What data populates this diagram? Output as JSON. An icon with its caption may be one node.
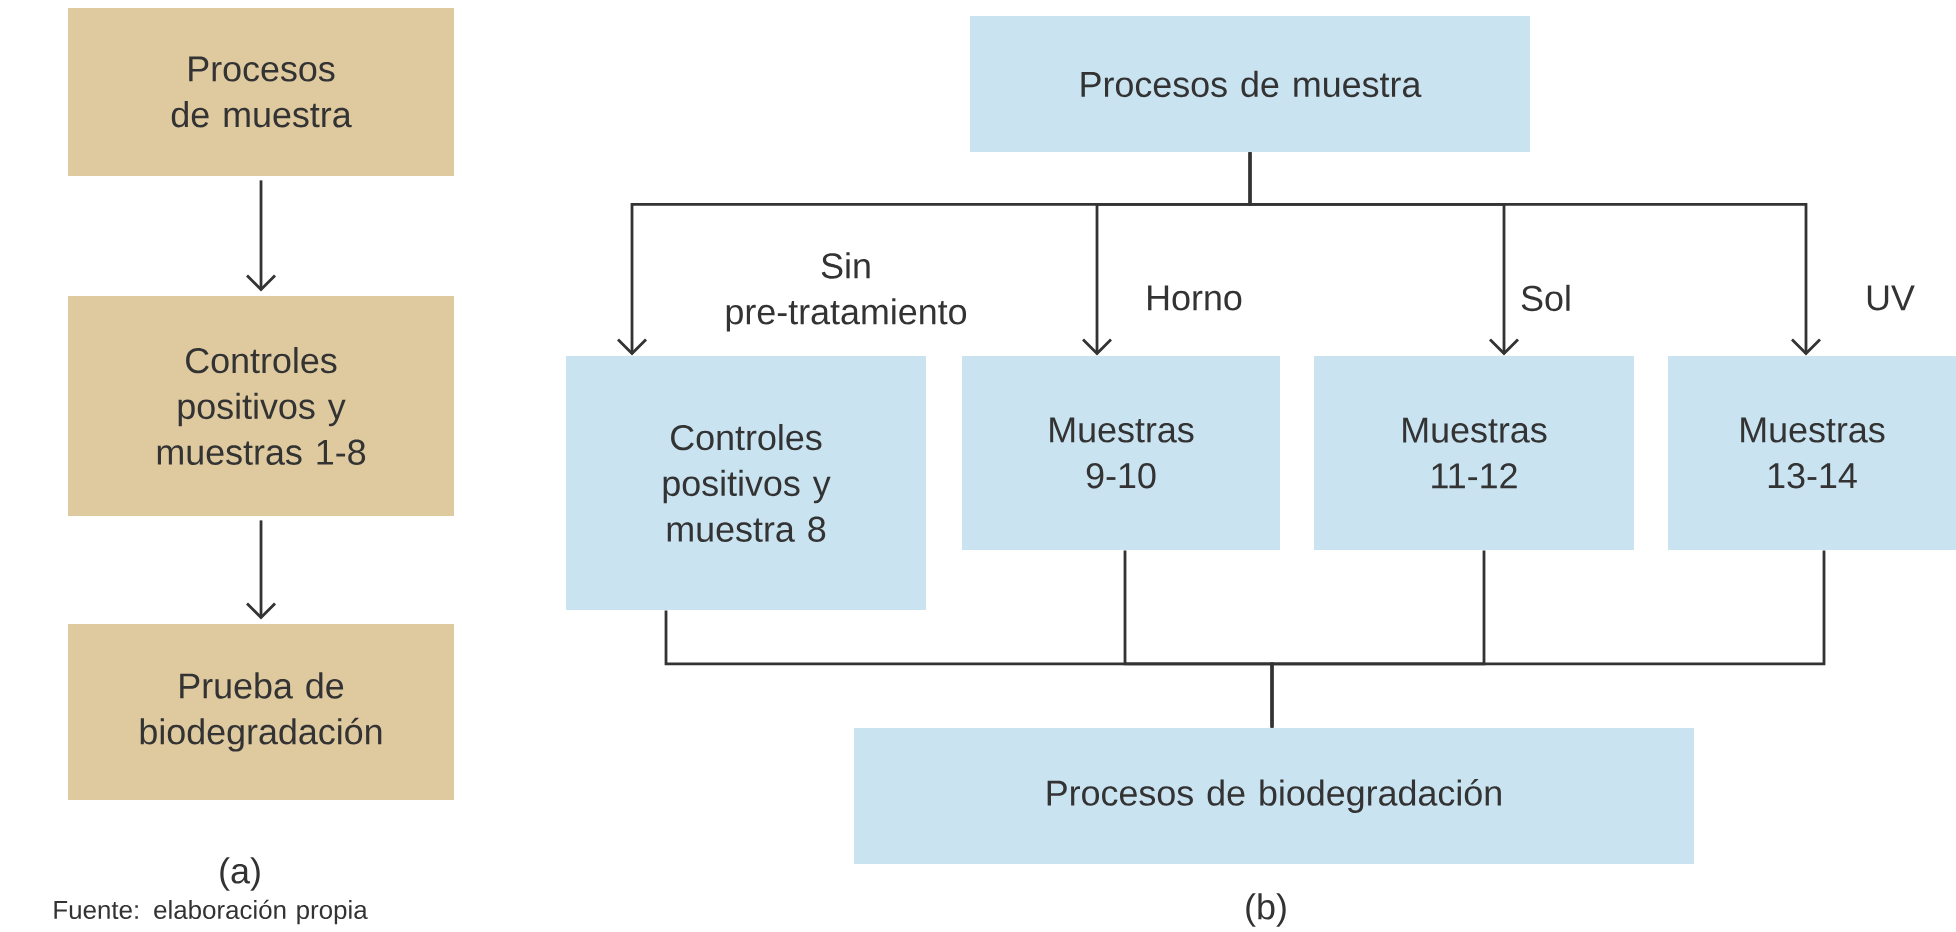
{
  "diagram": {
    "nodes": [
      {
        "text": [
          "Procesos de muestra"
        ]
      },
      {
        "text": [
          "Controles positivos y muestras 1-8"
        ]
      },
      {
        "text": [
          "Prueba de biodegradación"
        ]
      },
      {
        "text": [
          "Procesos de muestra"
        ]
      },
      {
        "text": [
          "Controles positivos y muestra 8"
        ]
      },
      {
        "text": [
          "Muestras 9-10"
        ]
      },
      {
        "text": [
          "Muestras 11-12"
        ]
      },
      {
        "text": [
          "Muestras 13-14"
        ]
      },
      {
        "text": [
          "Procesos de biodegradación"
        ]
      }
    ],
    "edges": [
      {
        "from": 0,
        "to": 1,
        "arrow": "to"
      },
      {
        "from": 1,
        "to": 2,
        "arrow": "to"
      },
      {
        "from": 3,
        "to": 4,
        "arrow": "to",
        "label": "Sin pre-tratamiento"
      },
      {
        "from": 3,
        "to": 5,
        "arrow": "to",
        "label": "Horno"
      },
      {
        "from": 3,
        "to": 6,
        "arrow": "to",
        "label": "Sol"
      },
      {
        "from": 3,
        "to": 7,
        "arrow": "to",
        "label": "UV"
      },
      {
        "from": 4,
        "to": 8,
        "arrow": "none"
      },
      {
        "from": 5,
        "to": 8,
        "arrow": "none"
      },
      {
        "from": 6,
        "to": 8,
        "arrow": "none"
      },
      {
        "from": 7,
        "to": 8,
        "arrow": "none"
      }
    ],
    "labels": [
      "(a)",
      "(b)",
      "Fuente: elaboración propia"
    ]
  }
}
